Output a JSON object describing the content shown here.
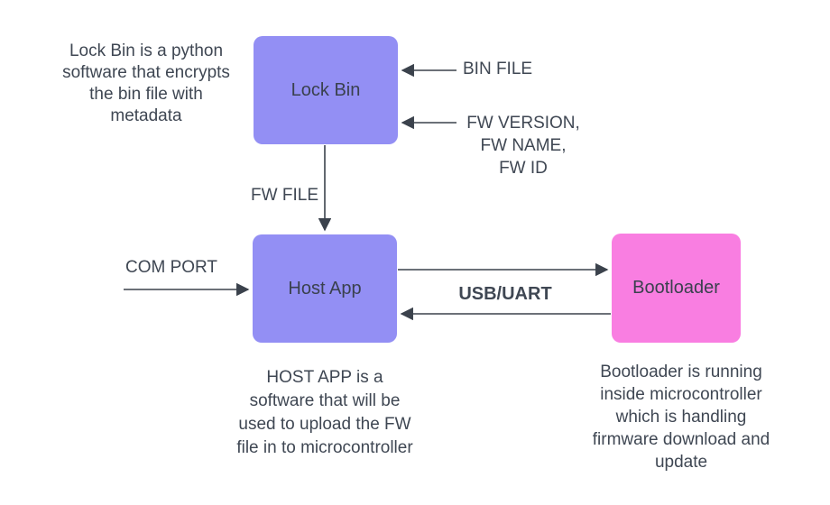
{
  "canvas": {
    "background": "#ffffff",
    "text_color": "#3f4753",
    "arrow_color": "#3b424c"
  },
  "nodes": {
    "lock_bin": {
      "label": "Lock Bin",
      "fill": "#938ff4"
    },
    "host_app": {
      "label": "Host App",
      "fill": "#938ff4"
    },
    "bootloader": {
      "label": "Bootloader",
      "fill": "#f97ee1"
    }
  },
  "edge_labels": {
    "bin_file": "BIN FILE",
    "fw_meta": "FW VERSION,\nFW NAME,\nFW ID",
    "fw_file": "FW FILE",
    "com_port": "COM PORT",
    "usb_uart": "USB/UART"
  },
  "notes": {
    "lock_bin": "Lock Bin is a python\nsoftware that encrypts\nthe bin file with\nmetadata",
    "host_app": "HOST APP is a\nsoftware that will be\nused to upload the FW\nfile in to microcontroller",
    "bootloader": "Bootloader is running\ninside microcontroller\nwhich is handling\nfirmware download and\nupdate"
  }
}
